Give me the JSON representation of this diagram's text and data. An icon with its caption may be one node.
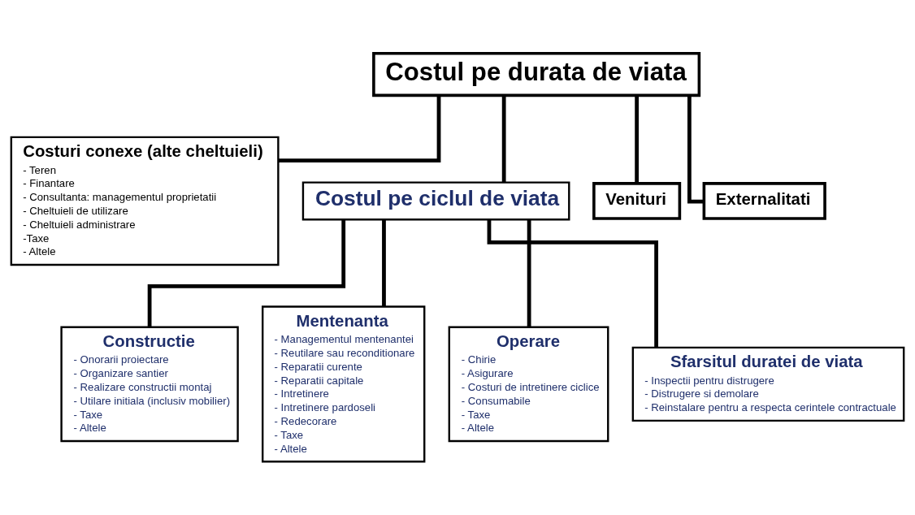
{
  "diagram": {
    "nodes": [
      {
        "text": [
          "Costul pe durata de viata"
        ]
      },
      {
        "text": [
          "Costuri conexe (alte cheltuieli)",
          "- Teren",
          "- Finantare",
          "- Consultanta: managementul proprietatii",
          "- Cheltuieli de utilizare",
          "- Cheltuieli administrare",
          "-Taxe",
          "- Altele"
        ]
      },
      {
        "text": [
          "Costul pe ciclul de viata"
        ]
      },
      {
        "text": [
          "Venituri"
        ]
      },
      {
        "text": [
          "Externalitati"
        ]
      },
      {
        "text": [
          "Constructie",
          "- Onorarii proiectare",
          "- Organizare santier",
          "- Realizare constructii montaj",
          "- Utilare initiala (inclusiv mobilier)",
          "- Taxe",
          "- Altele"
        ]
      },
      {
        "text": [
          "Mentenanta",
          "- Managementul mentenantei",
          "- Reutilare sau reconditionare",
          "- Reparatii curente",
          "- Reparatii capitale",
          "- Intretinere",
          "- Intretinere pardoseli",
          "- Redecorare",
          "- Taxe",
          "- Altele"
        ]
      },
      {
        "text": [
          "Operare",
          "- Chirie",
          "- Asigurare",
          "- Costuri de intretinere ciclice",
          "- Consumabile",
          "- Taxe",
          "- Altele"
        ]
      },
      {
        "text": [
          "Sfarsitul duratei de viata",
          "- Inspectii pentru distrugere",
          "- Distrugere si demolare",
          "- Reinstalare pentru a respecta cerintele contractuale"
        ]
      }
    ],
    "edges": [
      {
        "from": 0,
        "to": 1,
        "arrow": "none"
      },
      {
        "from": 0,
        "to": 2,
        "arrow": "none"
      },
      {
        "from": 0,
        "to": 3,
        "arrow": "none"
      },
      {
        "from": 0,
        "to": 4,
        "arrow": "none"
      },
      {
        "from": 2,
        "to": 5,
        "arrow": "none"
      },
      {
        "from": 2,
        "to": 6,
        "arrow": "none"
      },
      {
        "from": 2,
        "to": 7,
        "arrow": "none"
      },
      {
        "from": 2,
        "to": 8,
        "arrow": "none"
      }
    ]
  }
}
